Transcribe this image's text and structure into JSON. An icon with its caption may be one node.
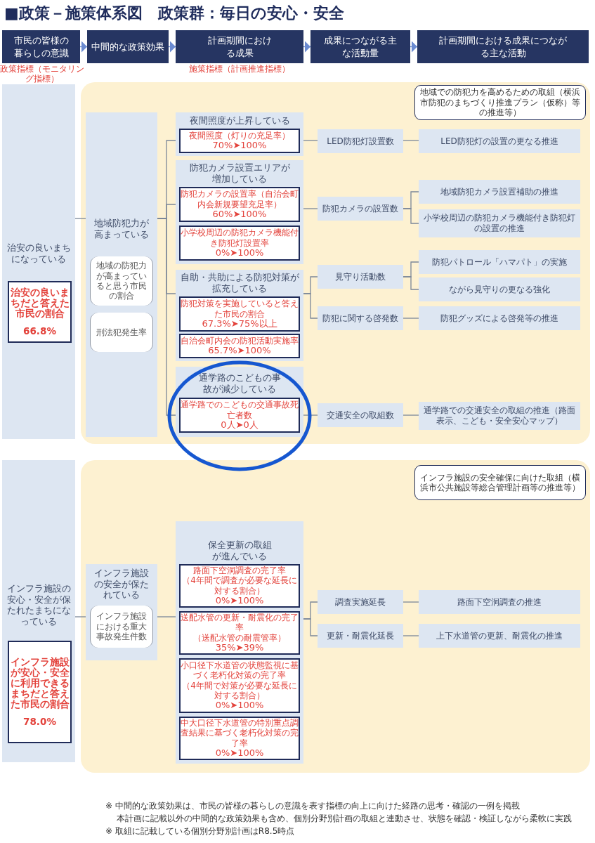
{
  "diagram": {
    "title": "■政策－施策体系図　政策群：毎日の安心・安全",
    "nodes": [
      {
        "text": [
          "市民の皆様の暮らしの意識"
        ],
        "beside": [
          "政策指標（モニタリング指標）"
        ]
      },
      {
        "text": [
          "中間的な政策効果"
        ]
      },
      {
        "text": [
          "計画期間における成果"
        ],
        "beside": [
          "施策指標（計画推進指標）"
        ]
      },
      {
        "text": [
          "成果につながる主な活動量"
        ]
      },
      {
        "text": [
          "計画期間における成果につながる主な活動"
        ]
      },
      {
        "text": [
          "治安の良いまちになっている"
        ]
      },
      {
        "text": [
          "治安の良いまちだと答えた市民の割合",
          "66.8%"
        ],
        "in": 5
      },
      {
        "text": [],
        "shape": "box"
      },
      {
        "text": [
          "地域での防犯力を高めるための取組（横浜市防犯のまちづくり推進プラン（仮称）等の推進等）"
        ],
        "in": 7
      },
      {
        "text": [
          "地域防犯力が高まっている"
        ],
        "in": 7
      },
      {
        "text": [
          "地域の防犯力が高まっていると思う市民の割合"
        ],
        "in": 9
      },
      {
        "text": [
          "刑法犯発生率"
        ],
        "in": 9
      },
      {
        "text": [
          "夜間照度が上昇している"
        ],
        "in": 7
      },
      {
        "text": [
          "夜間照度（灯りの充足率）",
          "70%➤100%"
        ],
        "in": 12
      },
      {
        "text": [
          "防犯カメラ設置エリアが増加している"
        ],
        "in": 7
      },
      {
        "text": [
          "防犯カメラの設置率（自治会町内会新規要望充足率）",
          "60%➤100%"
        ],
        "in": 14
      },
      {
        "text": [
          "小学校周辺の防犯カメラ機能付き防犯灯設置率",
          "0%➤100%"
        ],
        "in": 14
      },
      {
        "text": [
          "自助・共助による防犯対策が拡充している"
        ],
        "in": 7
      },
      {
        "text": [
          "防犯対策を実施していると答えた市民の割合",
          "67.3%➤75%以上"
        ],
        "in": 17
      },
      {
        "text": [
          "自治会町内会の防犯活動実施率",
          "65.7%➤100%"
        ],
        "in": 17
      },
      {
        "text": [
          "通学路のこどもの事故が減少している"
        ],
        "in": 7
      },
      {
        "text": [
          "通学路でのこどもの交通事故死亡者数",
          "0人➤0人"
        ],
        "in": 20
      },
      {
        "text": [
          "LED防犯灯設置数"
        ],
        "in": 7
      },
      {
        "text": [
          "LED防犯灯の設置の更なる推進"
        ],
        "in": 7
      },
      {
        "text": [
          "防犯カメラの設置数"
        ],
        "in": 7
      },
      {
        "text": [
          "地域防犯カメラ設置補助の推進"
        ],
        "in": 7
      },
      {
        "text": [
          "小学校周辺の防犯カメラ機能付き防犯灯の設置の推進"
        ],
        "in": 7
      },
      {
        "text": [
          "見守り活動数"
        ],
        "in": 7
      },
      {
        "text": [
          "防犯パトロール「ハマパト」の実施"
        ],
        "in": 7
      },
      {
        "text": [
          "ながら見守りの更なる強化"
        ],
        "in": 7
      },
      {
        "text": [
          "防犯に関する啓発数"
        ],
        "in": 7
      },
      {
        "text": [
          "防犯グッズによる啓発等の推進"
        ],
        "in": 7
      },
      {
        "text": [
          "交通安全の取組数"
        ],
        "in": 7
      },
      {
        "text": [
          "通学路での交通安全の取組の推進（路面表示、こども・安全安心マップ）"
        ],
        "in": 7
      },
      {
        "text": [
          "インフラ施設の安心・安全が保たれたまちになっている"
        ]
      },
      {
        "text": [
          "インフラ施設が安心・安全に利用できるまちだと答えた市民の割合",
          "78.0%"
        ],
        "in": 34
      },
      {
        "text": [],
        "shape": "box"
      },
      {
        "text": [
          "インフラ施設の安全確保に向けた取組（横浜市公共施設等総合管理計画等の推進等）"
        ],
        "in": 36
      },
      {
        "text": [
          "インフラ施設の安全が保たれている"
        ],
        "in": 36
      },
      {
        "text": [
          "インフラ施設における重大事故発生件数"
        ],
        "in": 38
      },
      {
        "text": [
          "保全更新の取組が進んでいる"
        ],
        "in": 36
      },
      {
        "text": [
          "路面下空洞調査の完了率",
          "（4年間で調査が必要な延長に対する割合）",
          "0%➤100%"
        ],
        "in": 40
      },
      {
        "text": [
          "送配水管の更新・耐震化の完了率",
          "（送配水管の耐震管率）",
          "35%➤39%"
        ],
        "in": 40
      },
      {
        "text": [
          "小口径下水道管の状態監視に基づく老朽化対策の完了率",
          "（4年間で対策が必要な延長に対する割合）",
          "0%➤100%"
        ],
        "in": 40
      },
      {
        "text": [
          "中大口径下水道管の特別重点調査結果に基づく老朽化対策の完了率",
          "0%➤100%"
        ],
        "in": 40
      },
      {
        "text": [
          "調査実施延長"
        ],
        "in": 36
      },
      {
        "text": [
          "路面下空洞調査の推進"
        ],
        "in": 36
      },
      {
        "text": [
          "更新・耐震化延長"
        ],
        "in": 36
      },
      {
        "text": [
          "上下水道管の更新、耐震化の推進"
        ],
        "in": 36
      }
    ],
    "edges": [
      {
        "from": 0,
        "to": 1,
        "arrow": "to",
        "color": "#6b8bd1"
      },
      {
        "from": 1,
        "to": 2,
        "arrow": "to",
        "color": "#6b8bd1"
      },
      {
        "from": 2,
        "to": 3,
        "arrow": "to",
        "color": "#6b8bd1"
      },
      {
        "from": 3,
        "to": 4,
        "arrow": "to",
        "color": "#6b8bd1"
      },
      {
        "from": 5,
        "to": 9,
        "arrow": "none"
      },
      {
        "from": 9,
        "to": 12,
        "arrow": "none"
      },
      {
        "from": 9,
        "to": 14,
        "arrow": "none"
      },
      {
        "from": 9,
        "to": 17,
        "arrow": "none"
      },
      {
        "from": 9,
        "to": 20,
        "arrow": "none"
      },
      {
        "from": 12,
        "to": 22,
        "arrow": "none"
      },
      {
        "from": 22,
        "to": 23,
        "arrow": "none"
      },
      {
        "from": 14,
        "to": 24,
        "arrow": "none"
      },
      {
        "from": 24,
        "to": 25,
        "arrow": "none"
      },
      {
        "from": 24,
        "to": 26,
        "arrow": "none"
      },
      {
        "from": 17,
        "to": 27,
        "arrow": "none"
      },
      {
        "from": 17,
        "to": 30,
        "arrow": "none"
      },
      {
        "from": 27,
        "to": 28,
        "arrow": "none"
      },
      {
        "from": 27,
        "to": 29,
        "arrow": "none"
      },
      {
        "from": 30,
        "to": 31,
        "arrow": "none"
      },
      {
        "from": 20,
        "to": 32,
        "arrow": "none"
      },
      {
        "from": 32,
        "to": 33,
        "arrow": "none"
      },
      {
        "from": 34,
        "to": 38,
        "arrow": "none"
      },
      {
        "from": 38,
        "to": 40,
        "arrow": "none"
      },
      {
        "from": 40,
        "to": 45,
        "arrow": "none"
      },
      {
        "from": 40,
        "to": 47,
        "arrow": "none"
      },
      {
        "from": 45,
        "to": 46,
        "arrow": "none"
      },
      {
        "from": 47,
        "to": 48,
        "arrow": "none"
      }
    ],
    "labels": [
      "※ 中間的な政策効果は、市民の皆様の暮らしの意識を表す指標の向上に向けた経路の思考・確認の一例を掲載",
      "本計画に記載以外の中間的な政策効果も含め、個別分野別計画の取組と連動させ、状態を確認・検証しながら柔軟に実践",
      "※ 取組に記載している個別分野別計画はR8.5時点"
    ]
  }
}
